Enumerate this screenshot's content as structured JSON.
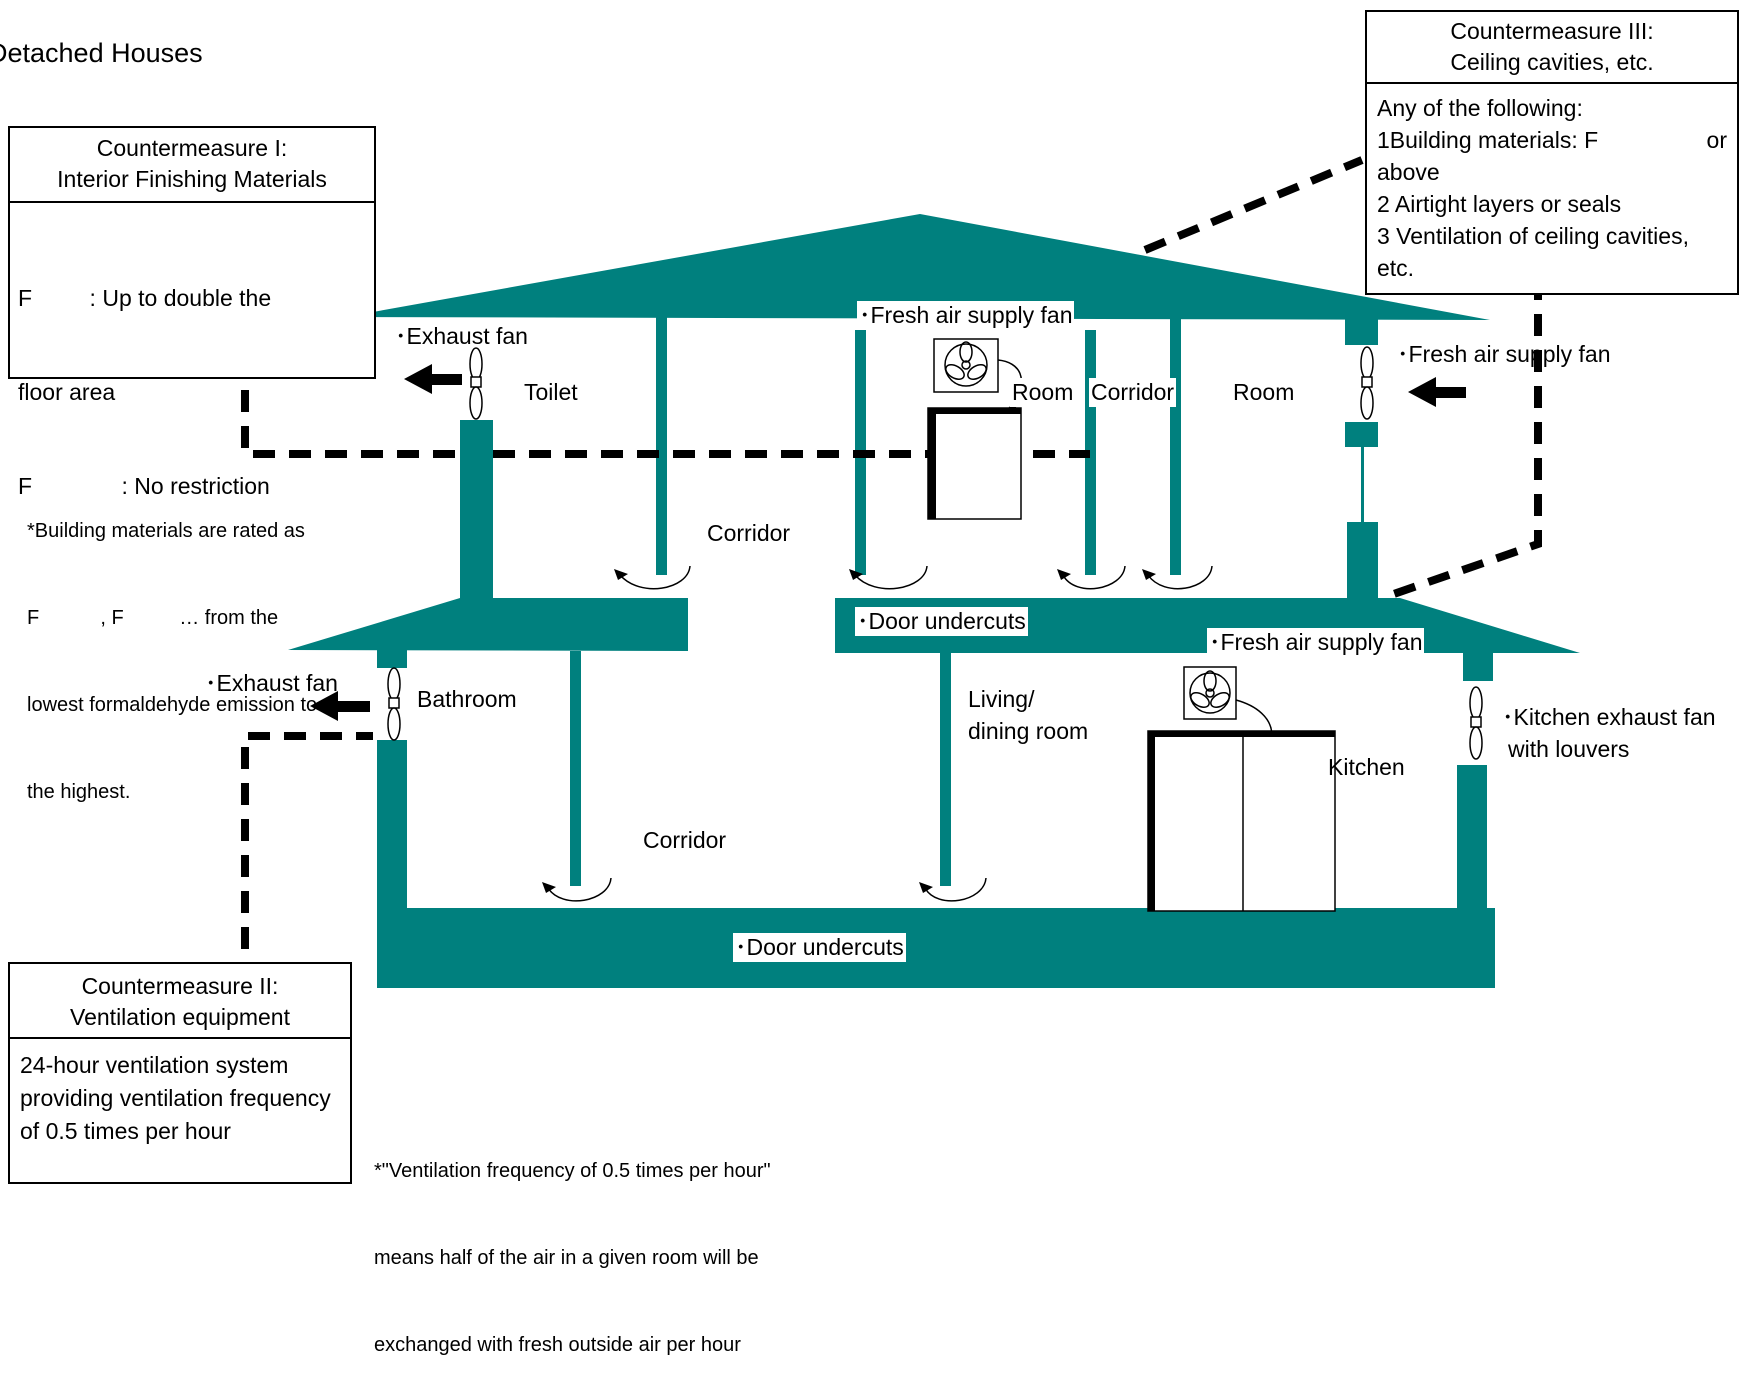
{
  "title": "Detached Houses",
  "countermeasure_1": {
    "heading_line1": "Countermeasure I:",
    "heading_line2": "Interior Finishing Materials",
    "line1": "F         : Up to double the",
    "line2": "floor area",
    "line3": "F              : No restriction"
  },
  "countermeasure_2": {
    "heading_line1": "Countermeasure II:",
    "heading_line2": "Ventilation equipment",
    "body": "24-hour ventilation system providing ventilation frequency of 0.5 times per hour"
  },
  "countermeasure_3": {
    "heading_line1": "Countermeasure III:",
    "heading_line2": "Ceiling cavities, etc.",
    "line1": "Any of the following:",
    "line2a": "1Building materials: F",
    "line2b": "or",
    "line3": "above",
    "line4": "2 Airtight layers or seals",
    "line5": "3 Ventilation of ceiling cavities,",
    "line6": "etc."
  },
  "notes": {
    "rating_line1": "*Building materials are rated as",
    "rating_line2": "F           , F          … from the",
    "rating_line3": "lowest formaldehyde emission to",
    "rating_line4": "the highest.",
    "ventilation_line1": "*\"Ventilation frequency of 0.5 times per hour\"",
    "ventilation_line2": "means half of the air in a given room will be",
    "ventilation_line3": "exchanged with fresh outside air per hour"
  },
  "labels": {
    "exhaust_fan_upper": "･Exhaust fan",
    "toilet": "Toilet",
    "fresh_air_fan_upper": "･Fresh air supply fan",
    "room_center": "Room",
    "corridor_upper_right": "Corridor",
    "room_right": "Room",
    "fresh_air_fan_right": "･Fresh air supply fan",
    "corridor_upper_left": "Corridor",
    "door_undercuts_upper": "･Door undercuts",
    "fresh_air_fan_kitchen": "･Fresh air supply fan",
    "exhaust_fan_lower": "･Exhaust fan",
    "bathroom": "Bathroom",
    "living_line1": "Living/",
    "living_line2": "dining room",
    "kitchen_exhaust_line1": "･Kitchen exhaust fan",
    "kitchen_exhaust_line2": "with louvers",
    "kitchen": "Kitchen",
    "corridor_lower": "Corridor",
    "door_undercuts_lower": "･Door undercuts"
  },
  "colors": {
    "structure": "#00807E",
    "line": "#000000",
    "background": "#FFFFFF"
  }
}
